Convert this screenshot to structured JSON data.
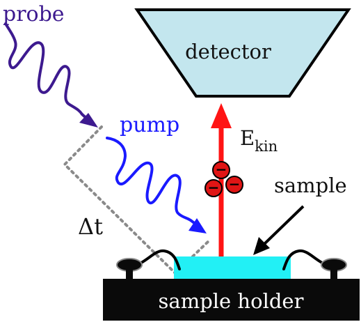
{
  "labels": {
    "probe": "probe",
    "pump": "pump",
    "detector": "detector",
    "energy_main": "E",
    "energy_sub": "kin",
    "sample": "sample",
    "delay": "Δt",
    "holder": "sample holder"
  },
  "electrons": {
    "count": 3,
    "symbol": "−"
  },
  "colors": {
    "probe": "#3d1a8f",
    "pump": "#1a1aff",
    "detector_fill": "#c3e6ee",
    "sample_fill": "#22f0f5",
    "holder_fill": "#0a0a0a",
    "electron_fill": "#e01515",
    "beam_arrow": "#ff1414",
    "path_dots": "#8a8a8a",
    "text": "#111111"
  }
}
